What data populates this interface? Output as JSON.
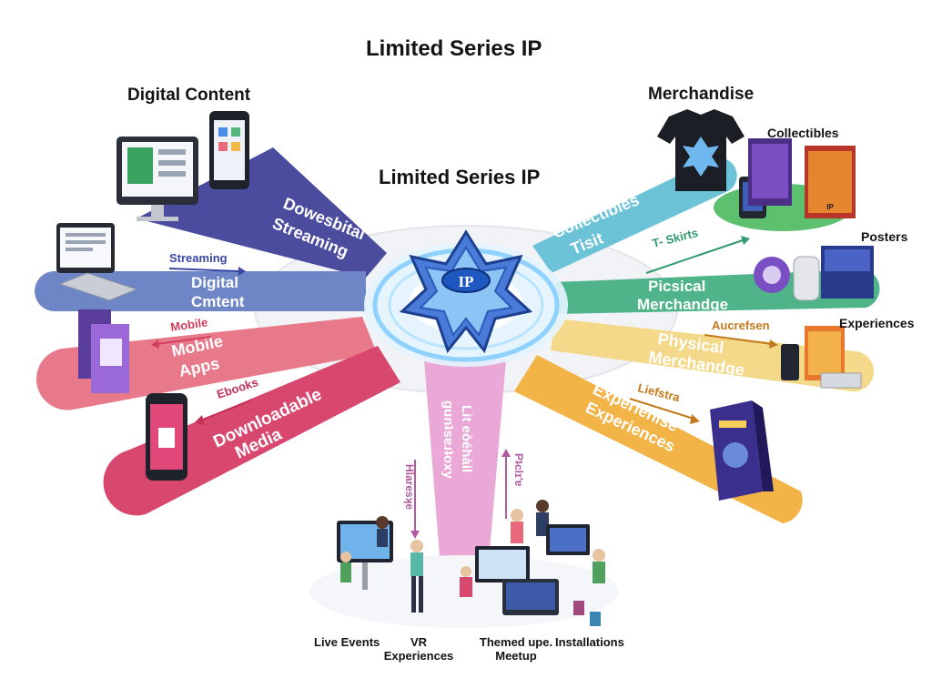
{
  "title_top": "Limited Series IP",
  "title_center": "Limited Series IP",
  "hub_label": "IP",
  "headings": {
    "digital_content": "Digital Content",
    "merchandise": "Merchandise",
    "collectibles": "Collectibles",
    "posters": "Posters",
    "experiences": "Experiences"
  },
  "bands": [
    {
      "id": "streaming",
      "line1": "Dowesbital",
      "line2": "Streaming",
      "tag": "Streaming",
      "color": "#4b4c9e"
    },
    {
      "id": "digital",
      "line1": "Digital",
      "line2": "Cmtent",
      "tag": "",
      "color": "#6f86c6"
    },
    {
      "id": "mobile",
      "line1": "Mobile",
      "line2": "Apps",
      "tag": "Mobile",
      "color": "#e8798a"
    },
    {
      "id": "media",
      "line1": "Downloadable",
      "line2": "Media",
      "tag": "Ebooks",
      "color": "#d8476e"
    },
    {
      "id": "collectibles",
      "line1": "Collectibles",
      "line2": "Tisit",
      "tag": "",
      "color": "#6cc3d8"
    },
    {
      "id": "merch",
      "line1": "Picsical",
      "line2": "Merchandge",
      "tag": "T- Skirts",
      "color": "#4fb48a"
    },
    {
      "id": "physical",
      "line1": "Physical",
      "line2": "Merchandge",
      "tag": "Aucrefsen",
      "color": "#f4d98a"
    },
    {
      "id": "experiences",
      "line1": "Experienise",
      "line2": "Experiences",
      "tag": "Liefstra",
      "color": "#f2b347"
    },
    {
      "id": "live",
      "line1": "Lit eòéhàil",
      "line2": "ɡunʇsɐɹʇoxy",
      "tag": "Pʇclɪ'ɐ",
      "color": "#eaa8d6"
    }
  ],
  "left_tag_vertical": "Hlaresʞe",
  "bottom_labels": [
    "Live Events",
    "VR Experiences",
    "Themed upe. Meetup",
    "Installations"
  ],
  "colors": {
    "accent": "#2a6fd6",
    "hub_glow": "#bfe6ff"
  }
}
